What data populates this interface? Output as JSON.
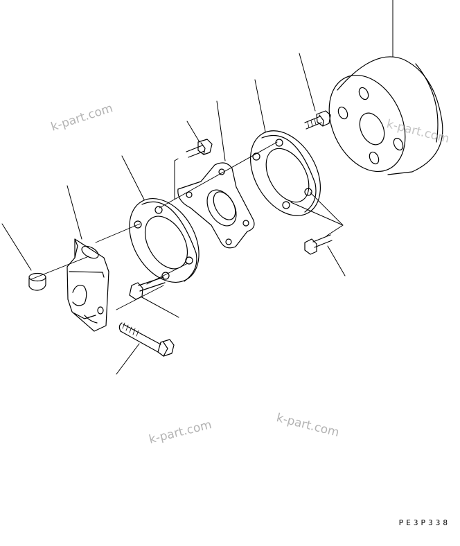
{
  "drawing_code": "PE3P338",
  "watermarks": [
    "k-part.com",
    "k-part.com",
    "k-part.com",
    "k-part.com"
  ],
  "parts": [
    "nut",
    "bracket",
    "long-bolt",
    "flange-ring-front",
    "short-bolt-lower",
    "short-bolt-upper",
    "coupling-flange",
    "flange-ring-rear",
    "short-bolt-right",
    "short-bolt-top",
    "damper-drum"
  ]
}
